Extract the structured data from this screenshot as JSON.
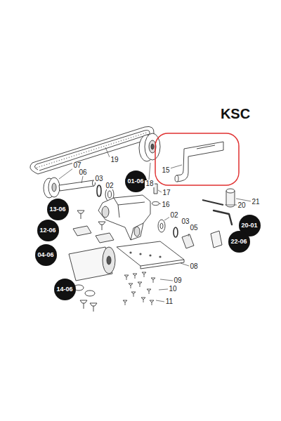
{
  "diagram": {
    "title": "KSC",
    "nodes": [
      {
        "text": [
          "01-06"
        ]
      },
      {
        "text": [
          "13-06"
        ]
      },
      {
        "text": [
          "20-01"
        ]
      },
      {
        "text": [
          "12-06"
        ]
      },
      {
        "text": [
          "22-06"
        ]
      },
      {
        "text": [
          "04-06"
        ]
      },
      {
        "text": [
          "14-06"
        ]
      }
    ],
    "labels": [
      "19",
      "07",
      "06",
      "03",
      "02",
      "17",
      "16",
      "18",
      "15",
      "21",
      "20",
      "02",
      "03",
      "05",
      "08",
      "09",
      "10",
      "11"
    ]
  }
}
